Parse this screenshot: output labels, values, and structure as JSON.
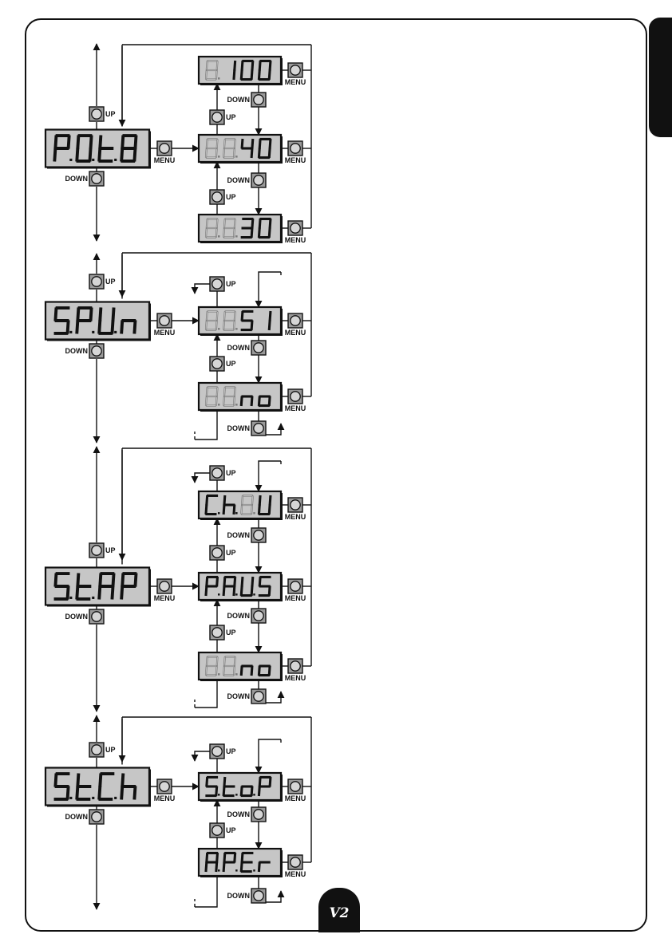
{
  "labels": {
    "up": "UP",
    "down": "DOWN",
    "menu": "MENU"
  },
  "logo_text": "V2",
  "colors": {
    "display_bg": "#c6c6c6",
    "button_bg": "#9a9a9a",
    "lit": "#111111",
    "unlit": "#7a7a7a"
  },
  "sections": [
    {
      "main": {
        "chars": [
          "P",
          "O",
          "t",
          "8"
        ],
        "dots": [
          true,
          true,
          true,
          false
        ]
      },
      "type": "list",
      "options": [
        {
          "chars": [
            "8",
            "1",
            "0",
            "0"
          ],
          "lit": [
            false,
            true,
            true,
            true
          ],
          "dots": [
            true,
            false,
            false,
            false
          ]
        },
        {
          "chars": [
            "8",
            "8",
            "4",
            "0"
          ],
          "lit": [
            false,
            false,
            true,
            true
          ],
          "dots": [
            true,
            true,
            false,
            false
          ]
        },
        {
          "chars": [
            "8",
            "8",
            "3",
            "0"
          ],
          "lit": [
            false,
            false,
            true,
            true
          ],
          "dots": [
            true,
            true,
            false,
            false
          ]
        }
      ]
    },
    {
      "main": {
        "chars": [
          "S",
          "P",
          "U",
          "n"
        ],
        "dots": [
          true,
          true,
          true,
          false
        ]
      },
      "type": "cycle",
      "options": [
        {
          "chars": [
            "8",
            "8",
            "S",
            "I"
          ],
          "lit": [
            false,
            false,
            true,
            true
          ],
          "dots": [
            true,
            true,
            false,
            false
          ]
        },
        {
          "chars": [
            "8",
            "8",
            "n",
            "o"
          ],
          "lit": [
            false,
            false,
            true,
            true
          ],
          "dots": [
            true,
            true,
            false,
            false
          ]
        }
      ]
    },
    {
      "main": {
        "chars": [
          "S",
          "t",
          "A",
          "P"
        ],
        "dots": [
          true,
          true,
          false,
          false
        ]
      },
      "type": "cycle",
      "options": [
        {
          "chars": [
            "C",
            "h",
            "8",
            "U"
          ],
          "lit": [
            true,
            true,
            false,
            true
          ],
          "dots": [
            true,
            true,
            true,
            false
          ]
        },
        {
          "chars": [
            "P",
            "A",
            "U",
            "S"
          ],
          "lit": [
            true,
            true,
            true,
            true
          ],
          "dots": [
            true,
            true,
            true,
            false
          ]
        },
        {
          "chars": [
            "8",
            "8",
            "n",
            "o"
          ],
          "lit": [
            false,
            false,
            true,
            true
          ],
          "dots": [
            true,
            true,
            false,
            false
          ]
        }
      ]
    },
    {
      "main": {
        "chars": [
          "S",
          "t",
          "C",
          "h"
        ],
        "dots": [
          true,
          true,
          true,
          false
        ]
      },
      "type": "cycle",
      "options": [
        {
          "chars": [
            "S",
            "t",
            "o",
            "P"
          ],
          "lit": [
            true,
            true,
            true,
            true
          ],
          "dots": [
            true,
            true,
            true,
            false
          ]
        },
        {
          "chars": [
            "A",
            "P",
            "E",
            "r"
          ],
          "lit": [
            true,
            true,
            true,
            true
          ],
          "dots": [
            true,
            true,
            true,
            false
          ]
        }
      ]
    }
  ]
}
